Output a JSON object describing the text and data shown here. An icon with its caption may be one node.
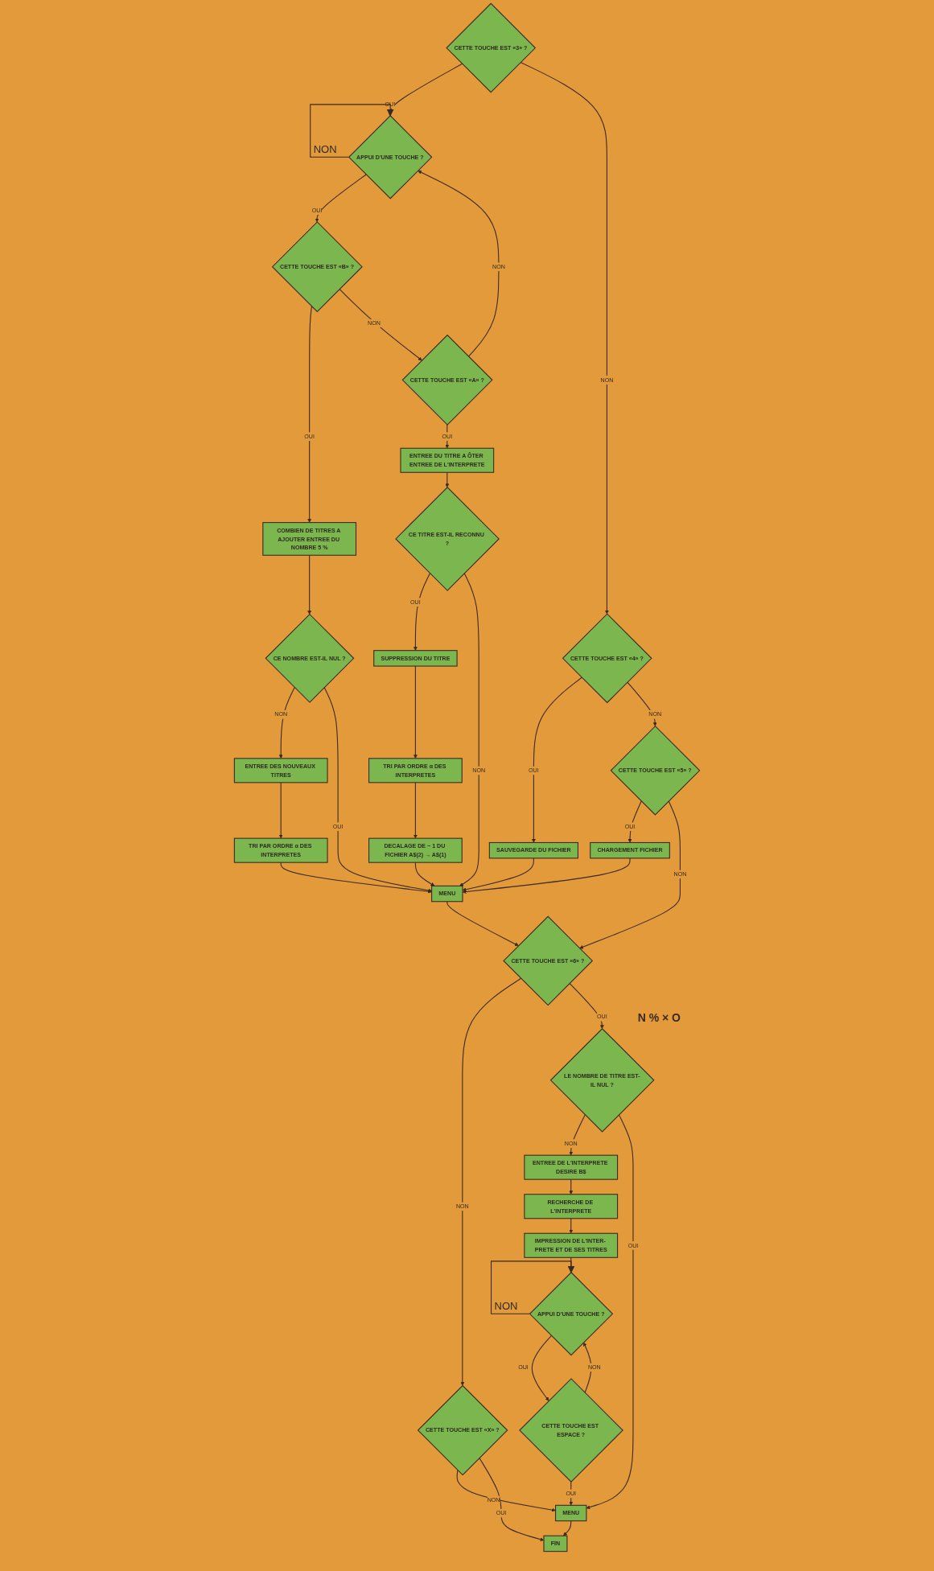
{
  "diagram": {
    "nodes": [
      {
        "text": [
          "CETTE TOUCHE EST «3» ?"
        ]
      },
      {
        "text": [
          "APPUI D'UNE TOUCHE ?"
        ]
      },
      {
        "text": [
          "CETTE TOUCHE EST «B» ?"
        ]
      },
      {
        "text": [
          "COMBIEN DE TITRES A AJOUTER ENTREE DU NOMBRE 5 %"
        ]
      },
      {
        "text": [
          "CE NOMBRE EST-IL NUL ?"
        ]
      },
      {
        "text": [
          "ENTREE DES NOUVEAUX TITRES"
        ]
      },
      {
        "text": [
          "TRI PAR ORDRE α DES INTERPRETES"
        ]
      },
      {
        "text": [
          "CETTE TOUCHE EST «A» ?"
        ]
      },
      {
        "text": [
          "ENTREE DU TITRE A ÔTER ENTREE DE L'INTERPRETE"
        ]
      },
      {
        "text": [
          "CE TITRE EST-IL RECONNU ?"
        ]
      },
      {
        "text": [
          "SUPPRESSION DU TITRE"
        ]
      },
      {
        "text": [
          "TRI PAR ORDRE α DES INTERPRETES"
        ]
      },
      {
        "text": [
          "DECALAGE DE − 1 DU FICHIER A$(2) → A$(1)"
        ]
      },
      {
        "text": [
          "CETTE TOUCHE EST «4» ?"
        ]
      },
      {
        "text": [
          "SAUVEGARDE DU FICHIER"
        ]
      },
      {
        "text": [
          "CETTE TOUCHE EST «5» ?"
        ]
      },
      {
        "text": [
          "CHARGEMENT FICHIER"
        ]
      },
      {
        "text": [
          "MENU"
        ]
      },
      {
        "text": [
          "CETTE TOUCHE EST «6» ?"
        ]
      },
      {
        "text": [
          "LE NOMBRE DE TITRE EST-IL NUL ?"
        ],
        "beside": [
          "N % × O"
        ]
      },
      {
        "text": [
          "ENTREE DE L'INTERPRETE DESIRE B$"
        ]
      },
      {
        "text": [
          "RECHERCHE DE L'INTERPRETE"
        ]
      },
      {
        "text": [
          "IMPRESSION DE L'INTER- PRETE ET DE SES TITRES"
        ]
      },
      {
        "text": [
          "APPUI D'UNE TOUCHE ?"
        ]
      },
      {
        "text": [
          "CETTE TOUCHE EST ESPACE ?"
        ]
      },
      {
        "text": [
          "CETTE TOUCHE EST «X» ?"
        ]
      },
      {
        "text": [
          "MENU"
        ]
      },
      {
        "text": [
          "FIN"
        ]
      }
    ],
    "edges": [
      {
        "from": 0,
        "to": 1,
        "arrow": "to",
        "label": "OUI"
      },
      {
        "from": 0,
        "to": 13,
        "arrow": "to",
        "label": "NON"
      },
      {
        "from": 1,
        "to": 1,
        "arrow": "to",
        "label": "NON"
      },
      {
        "from": 1,
        "to": 2,
        "arrow": "to",
        "label": "OUI"
      },
      {
        "from": 2,
        "to": 3,
        "arrow": "to",
        "label": "OUI"
      },
      {
        "from": 2,
        "to": 7,
        "arrow": "to",
        "label": "NON"
      },
      {
        "from": 3,
        "to": 4,
        "arrow": "to"
      },
      {
        "from": 4,
        "to": 5,
        "arrow": "to",
        "label": "NON"
      },
      {
        "from": 4,
        "to": 17,
        "arrow": "to",
        "label": "OUI"
      },
      {
        "from": 5,
        "to": 6,
        "arrow": "to"
      },
      {
        "from": 6,
        "to": 17,
        "arrow": "to"
      },
      {
        "from": 7,
        "to": 1,
        "arrow": "to",
        "label": "NON"
      },
      {
        "from": 7,
        "to": 8,
        "arrow": "to",
        "label": "OUI"
      },
      {
        "from": 8,
        "to": 9,
        "arrow": "to"
      },
      {
        "from": 9,
        "to": 10,
        "arrow": "to",
        "label": "OUI"
      },
      {
        "from": 9,
        "to": 17,
        "arrow": "to",
        "label": "NON"
      },
      {
        "from": 10,
        "to": 11,
        "arrow": "to"
      },
      {
        "from": 11,
        "to": 12,
        "arrow": "to"
      },
      {
        "from": 12,
        "to": 17,
        "arrow": "to"
      },
      {
        "from": 13,
        "to": 14,
        "arrow": "to",
        "label": "OUI"
      },
      {
        "from": 13,
        "to": 15,
        "arrow": "to",
        "label": "NON"
      },
      {
        "from": 14,
        "to": 17,
        "arrow": "to"
      },
      {
        "from": 15,
        "to": 16,
        "arrow": "to",
        "label": "OUI"
      },
      {
        "from": 15,
        "to": 18,
        "arrow": "to",
        "label": "NON"
      },
      {
        "from": 16,
        "to": 17,
        "arrow": "to"
      },
      {
        "from": 17,
        "to": 18,
        "arrow": "to"
      },
      {
        "from": 18,
        "to": 25,
        "arrow": "to",
        "label": "NON"
      },
      {
        "from": 18,
        "to": 19,
        "arrow": "to",
        "label": "OUI"
      },
      {
        "from": 19,
        "to": 20,
        "arrow": "to",
        "label": "NON"
      },
      {
        "from": 19,
        "to": 26,
        "arrow": "to",
        "label": "OUI"
      },
      {
        "from": 20,
        "to": 21,
        "arrow": "to"
      },
      {
        "from": 21,
        "to": 22,
        "arrow": "to"
      },
      {
        "from": 22,
        "to": 23,
        "arrow": "to"
      },
      {
        "from": 23,
        "to": 23,
        "arrow": "to",
        "label": "NON"
      },
      {
        "from": 23,
        "to": 24,
        "arrow": "to",
        "label": "OUI"
      },
      {
        "from": 24,
        "to": 23,
        "arrow": "to",
        "label": "NON"
      },
      {
        "from": 24,
        "to": 26,
        "arrow": "to",
        "label": "OUI"
      },
      {
        "from": 25,
        "to": 26,
        "arrow": "to",
        "label": "NON"
      },
      {
        "from": 25,
        "to": 27,
        "arrow": "to",
        "label": "OUI"
      },
      {
        "from": 26,
        "to": 27,
        "arrow": "to"
      }
    ]
  }
}
